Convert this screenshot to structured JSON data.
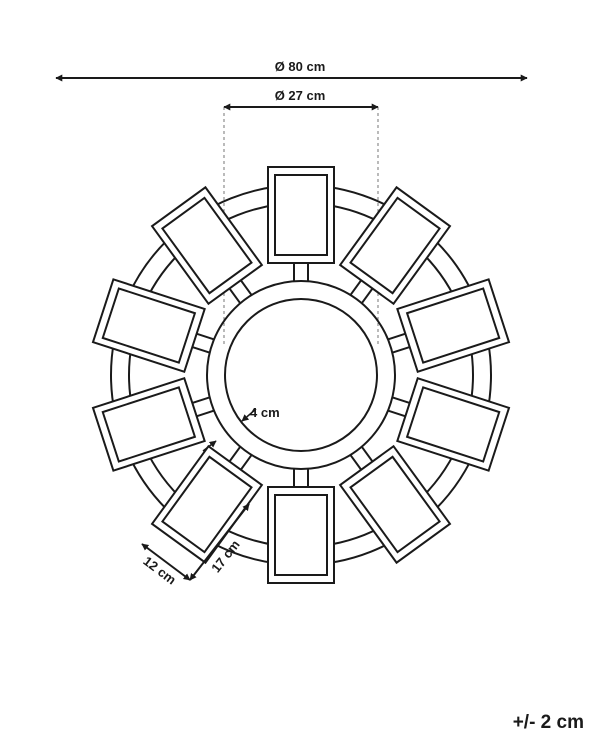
{
  "diagram": {
    "dimensions": {
      "overall_diameter": "Ø 80 cm",
      "mirror_diameter": "Ø 27 cm",
      "frame_border": "4 cm",
      "frame_width": "12 cm",
      "frame_height": "17 cm"
    },
    "tolerance": "+/- 2 cm",
    "frame_count": 10,
    "colors": {
      "line": "#1a1a1a",
      "background": "#ffffff"
    }
  }
}
